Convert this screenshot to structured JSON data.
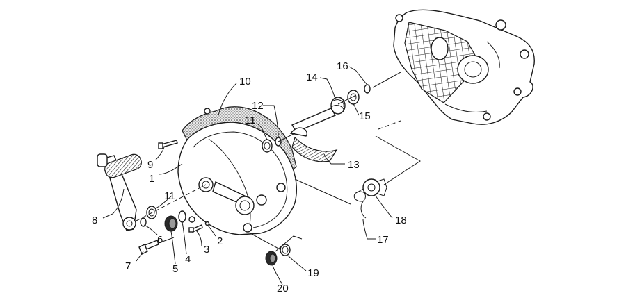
{
  "diagram": {
    "callouts": [
      {
        "id": "c1",
        "label": "1"
      },
      {
        "id": "c2",
        "label": "2"
      },
      {
        "id": "c3",
        "label": "3"
      },
      {
        "id": "c4",
        "label": "4"
      },
      {
        "id": "c5",
        "label": "5"
      },
      {
        "id": "c6",
        "label": "6"
      },
      {
        "id": "c7",
        "label": "7"
      },
      {
        "id": "c8",
        "label": "8"
      },
      {
        "id": "c9",
        "label": "9"
      },
      {
        "id": "c10",
        "label": "10"
      },
      {
        "id": "c11a",
        "label": "11"
      },
      {
        "id": "c11b",
        "label": "11"
      },
      {
        "id": "c12",
        "label": "12"
      },
      {
        "id": "c13",
        "label": "13"
      },
      {
        "id": "c14",
        "label": "14"
      },
      {
        "id": "c15",
        "label": "15"
      },
      {
        "id": "c16",
        "label": "16"
      },
      {
        "id": "c17",
        "label": "17"
      },
      {
        "id": "c18",
        "label": "18"
      },
      {
        "id": "c19",
        "label": "19"
      },
      {
        "id": "c20",
        "label": "20"
      }
    ]
  }
}
